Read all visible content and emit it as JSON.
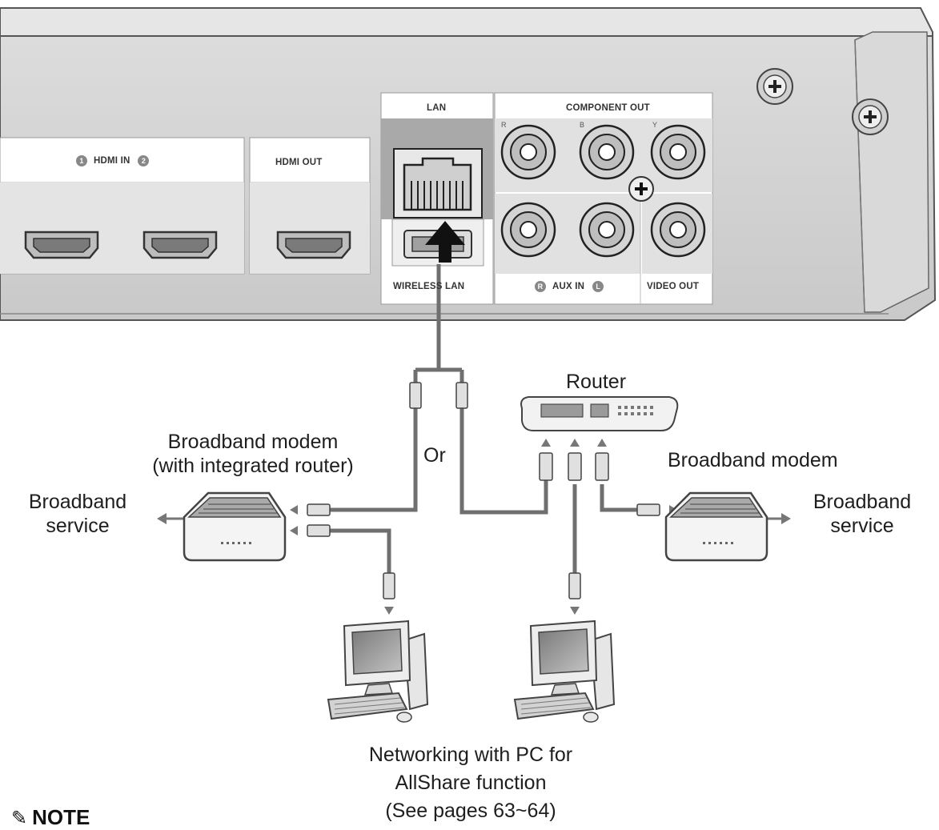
{
  "device_panel": {
    "hdmi_in_label": "HDMI IN",
    "hdmi_in_port_1": "1",
    "hdmi_in_port_2": "2",
    "hdmi_out_label": "HDMI OUT",
    "lan_label": "LAN",
    "component_out_label": "COMPONENT OUT",
    "wireless_lan_label": "WIRELESS LAN",
    "aux_in_label": "AUX IN",
    "aux_in_r": "R",
    "aux_in_l": "L",
    "video_out_label": "VIDEO OUT",
    "component_jack_letters": [
      "R",
      "B",
      "Y"
    ]
  },
  "labels": {
    "router": "Router",
    "or": "Or",
    "modem_integrated_line1": "Broadband modem",
    "modem_integrated_line2": "(with integrated router)",
    "modem_right": "Broadband modem",
    "service_left_line1": "Broadband",
    "service_left_line2": "service",
    "service_right_line1": "Broadband",
    "service_right_line2": "service",
    "pc_line1": "Networking with PC for",
    "pc_line2": "AllShare function",
    "pc_line3": "(See pages 63~64)"
  },
  "note": {
    "icon": "pencil-note-icon",
    "title": "NOTE"
  },
  "colors": {
    "device_body": "#d4d4d4",
    "panel_white": "#ffffff",
    "lan_highlight": "#a9a9a9",
    "cable": "#6f6f6f",
    "arrow": "#111111",
    "text": "#1e1e1e"
  }
}
